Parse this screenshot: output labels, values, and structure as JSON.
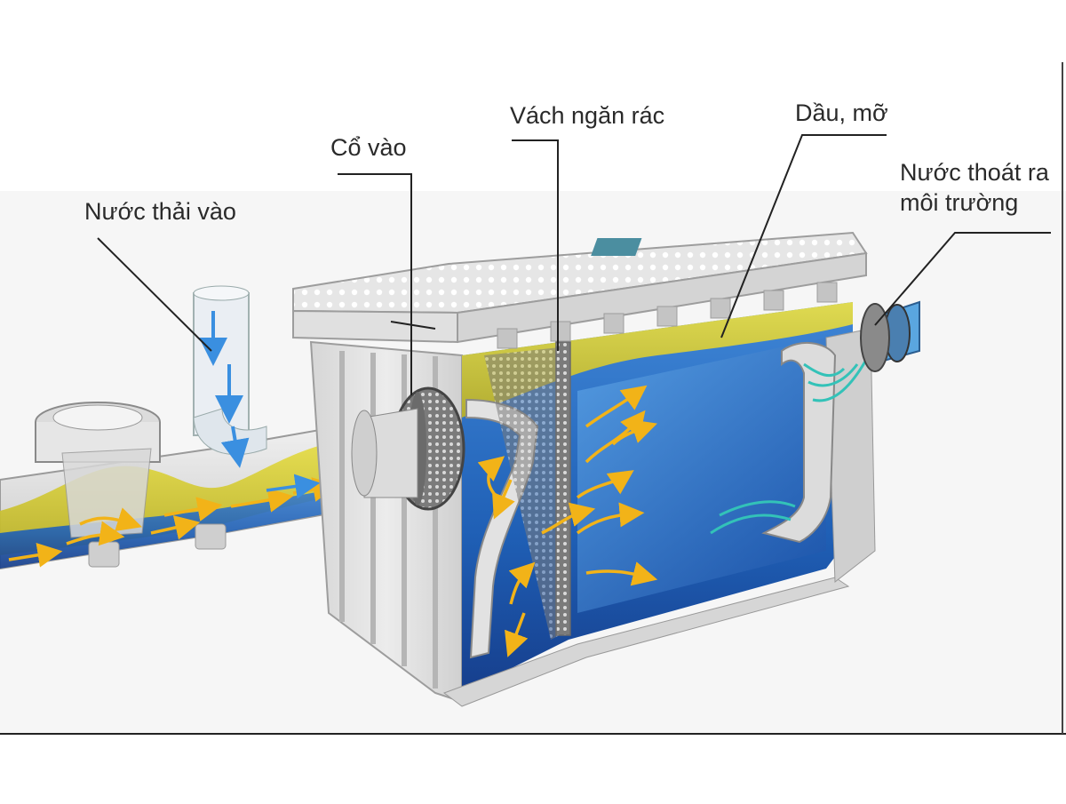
{
  "labels": {
    "inflow": "Nước thải vào",
    "inlet": "Cổ vào",
    "screen": "Vách ngăn rác",
    "grease": "Dầu, mỡ",
    "outflow_line1": "Nước thoát ra",
    "outflow_line2": "môi trường"
  },
  "colors": {
    "water_blue": "#1f5fb5",
    "deep_blue": "#163e8c",
    "grease_yellow": "#d9d033",
    "flow_arrow": "#f2b318",
    "inflow_arrow": "#3a8fe0",
    "tank_grey": "#e3e3e3"
  }
}
